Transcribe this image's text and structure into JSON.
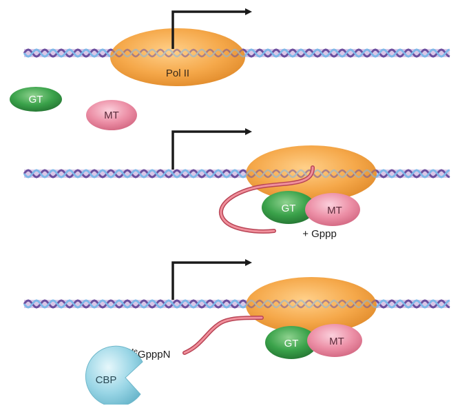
{
  "panels": [
    {
      "polymerase_label": "Pol II"
    },
    {
      "annotation": "+ Gppp"
    },
    {
      "cap_label_superscript": "Me",
      "cap_label": "GpppN",
      "binding_protein_label": "CBP"
    }
  ],
  "factors": {
    "gt_label": "GT",
    "mt_label": "MT"
  },
  "colors": {
    "polymerase": "#f5a84a",
    "gt": "#3aa24a",
    "mt": "#e8829a",
    "cbp": "#8ecfdf",
    "rna": "#ea6f82",
    "dna_back": "#6b4f9e",
    "dna_front": "#7fb8e8",
    "arrow": "#1a1a1a"
  },
  "icons": [
    "transcription-start-arrow",
    "dna-helix",
    "rna-strand"
  ]
}
